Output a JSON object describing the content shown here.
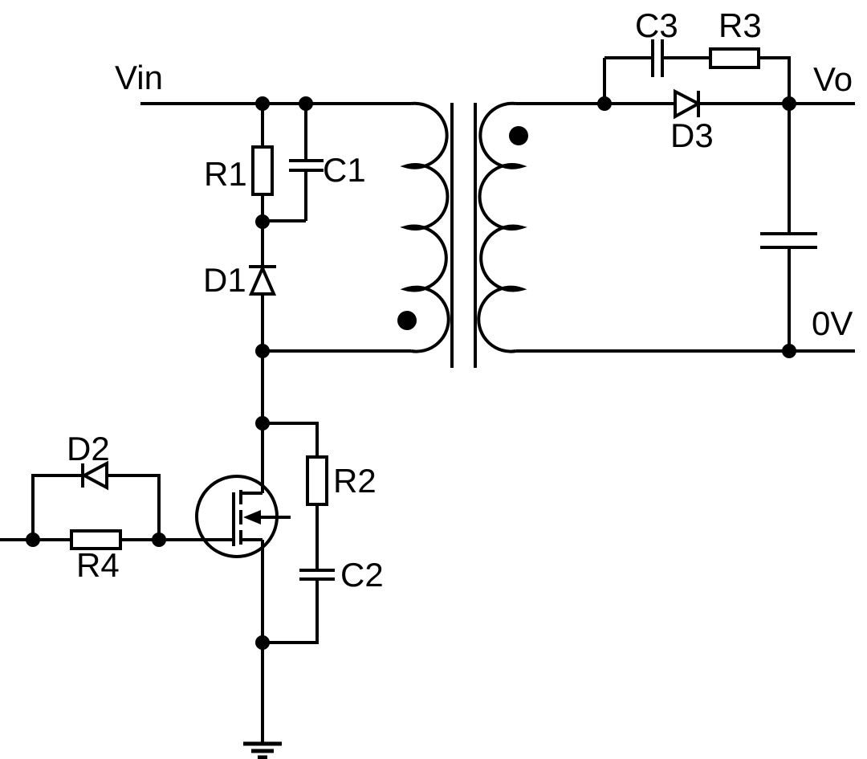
{
  "diagram": {
    "kind": "circuit-schematic",
    "description": "Flyback converter power stage: Vin rail with RCD clamp (R1, C1, D1) across the transformer primary, N-channel MOSFET switch with drain snubber (R2, C2) and gate network (D2 parallel R4), two-winding transformer with polarity dots, secondary rectifier D3 with RC snubber (C3, R3), output capacitor to the 0V rail, and chassis ground below the MOSFET source.",
    "colors": {
      "line": "#000000",
      "background": "#ffffff"
    },
    "labels": {
      "vin": "Vin",
      "vo": "Vo",
      "zero_volt": "0V",
      "r1": "R1",
      "c1": "C1",
      "d1": "D1",
      "d2": "D2",
      "r4": "R4",
      "r2": "R2",
      "c2": "C2",
      "c3": "C3",
      "r3": "R3",
      "d3": "D3"
    },
    "components": [
      {
        "ref": "R1",
        "type": "resistor",
        "orientation": "vertical",
        "role": "clamp resistor from Vin rail"
      },
      {
        "ref": "C1",
        "type": "capacitor",
        "orientation": "vertical",
        "role": "clamp capacitor in parallel with R1"
      },
      {
        "ref": "D1",
        "type": "diode",
        "direction": "pointing up (anode at switch node, cathode at R1/C1)"
      },
      {
        "ref": null,
        "type": "transformer",
        "windings": 2,
        "polarity_dots": [
          "primary bottom",
          "secondary top"
        ]
      },
      {
        "ref": null,
        "type": "n-channel-mosfet",
        "terminals": {
          "drain": "up to switch node",
          "source": "down to ground",
          "gate": "left to D2/R4 network"
        }
      },
      {
        "ref": "R2",
        "type": "resistor",
        "orientation": "vertical",
        "role": "drain snubber resistor"
      },
      {
        "ref": "C2",
        "type": "capacitor",
        "orientation": "vertical",
        "role": "drain snubber capacitor in series with R2"
      },
      {
        "ref": "D2",
        "type": "diode",
        "direction": "pointing left, in parallel with R4"
      },
      {
        "ref": "R4",
        "type": "resistor",
        "orientation": "horizontal",
        "role": "gate resistor"
      },
      {
        "ref": "C3",
        "type": "capacitor",
        "orientation": "horizontal",
        "role": "secondary snubber capacitor in series with R3"
      },
      {
        "ref": "R3",
        "type": "resistor",
        "orientation": "horizontal",
        "role": "secondary snubber resistor across D3"
      },
      {
        "ref": "D3",
        "type": "diode",
        "direction": "pointing right toward Vo (output rectifier)"
      },
      {
        "ref": null,
        "type": "capacitor",
        "orientation": "vertical",
        "role": "output capacitor between Vo and 0V (unlabeled)"
      },
      {
        "ref": null,
        "type": "ground-symbol",
        "role": "chassis ground at MOSFET source"
      }
    ]
  }
}
